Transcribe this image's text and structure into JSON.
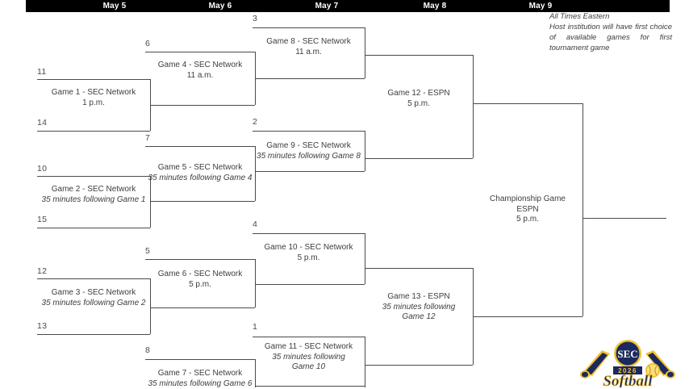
{
  "header": {
    "dates": [
      {
        "label": "May 5"
      },
      {
        "label": "May 6"
      },
      {
        "label": "May 7"
      },
      {
        "label": "May 8"
      },
      {
        "label": "May 9"
      }
    ]
  },
  "note": {
    "line1": "All Times Eastern",
    "line2": "Host institution will have first choice of available games for first tournament game"
  },
  "seeds": {
    "s11": "11",
    "s14": "14",
    "s10": "10",
    "s15": "15",
    "s12": "12",
    "s13": "13",
    "s6": "6",
    "s7": "7",
    "s5": "5",
    "s8": "8",
    "s3": "3",
    "s2": "2",
    "s4": "4",
    "s1": "1"
  },
  "games": {
    "g1": {
      "line1": "Game 1 - SEC Network",
      "line2": "1 p.m."
    },
    "g2": {
      "line1": "Game 2 - SEC Network",
      "line2": "35 minutes following Game 1"
    },
    "g3": {
      "line1": "Game 3 - SEC Network",
      "line2": "35 minutes following Game 2"
    },
    "g4": {
      "line1": "Game 4 - SEC Network",
      "line2": "11 a.m."
    },
    "g5": {
      "line1": "Game 5 - SEC Network",
      "line2": "35 minutes following Game 4"
    },
    "g6": {
      "line1": "Game 6 - SEC Network",
      "line2": "5 p.m."
    },
    "g7": {
      "line1": "Game 7 - SEC Network",
      "line2": "35 minutes following Game 6"
    },
    "g8": {
      "line1": "Game 8 - SEC Network",
      "line2": "11 a.m."
    },
    "g9": {
      "line1": "Game 9 - SEC Network",
      "line2": "35 minutes following Game 8"
    },
    "g10": {
      "line1": "Game 10 - SEC Network",
      "line2": "5 p.m."
    },
    "g11": {
      "line1": "Game 11 - SEC Network",
      "line2": "35 minutes following",
      "line3": "Game 10"
    },
    "g12": {
      "line1": "Game 12 - ESPN",
      "line2": "5 p.m."
    },
    "g13": {
      "line1": "Game 13 - ESPN",
      "line2": "35 minutes following",
      "line3": "Game 12"
    },
    "championship": {
      "line1": "Championship Game",
      "line2": "ESPN",
      "line3": "5 p.m."
    }
  },
  "logo": {
    "sec": "SEC",
    "year": "2026",
    "sport": "Softball",
    "navy": "#1b2a5e",
    "gold": "#f2c12e"
  },
  "colors": {
    "header_bg": "#000000",
    "header_text": "#ffffff",
    "line": "#4a4a4a",
    "text": "#3d3d3d"
  }
}
